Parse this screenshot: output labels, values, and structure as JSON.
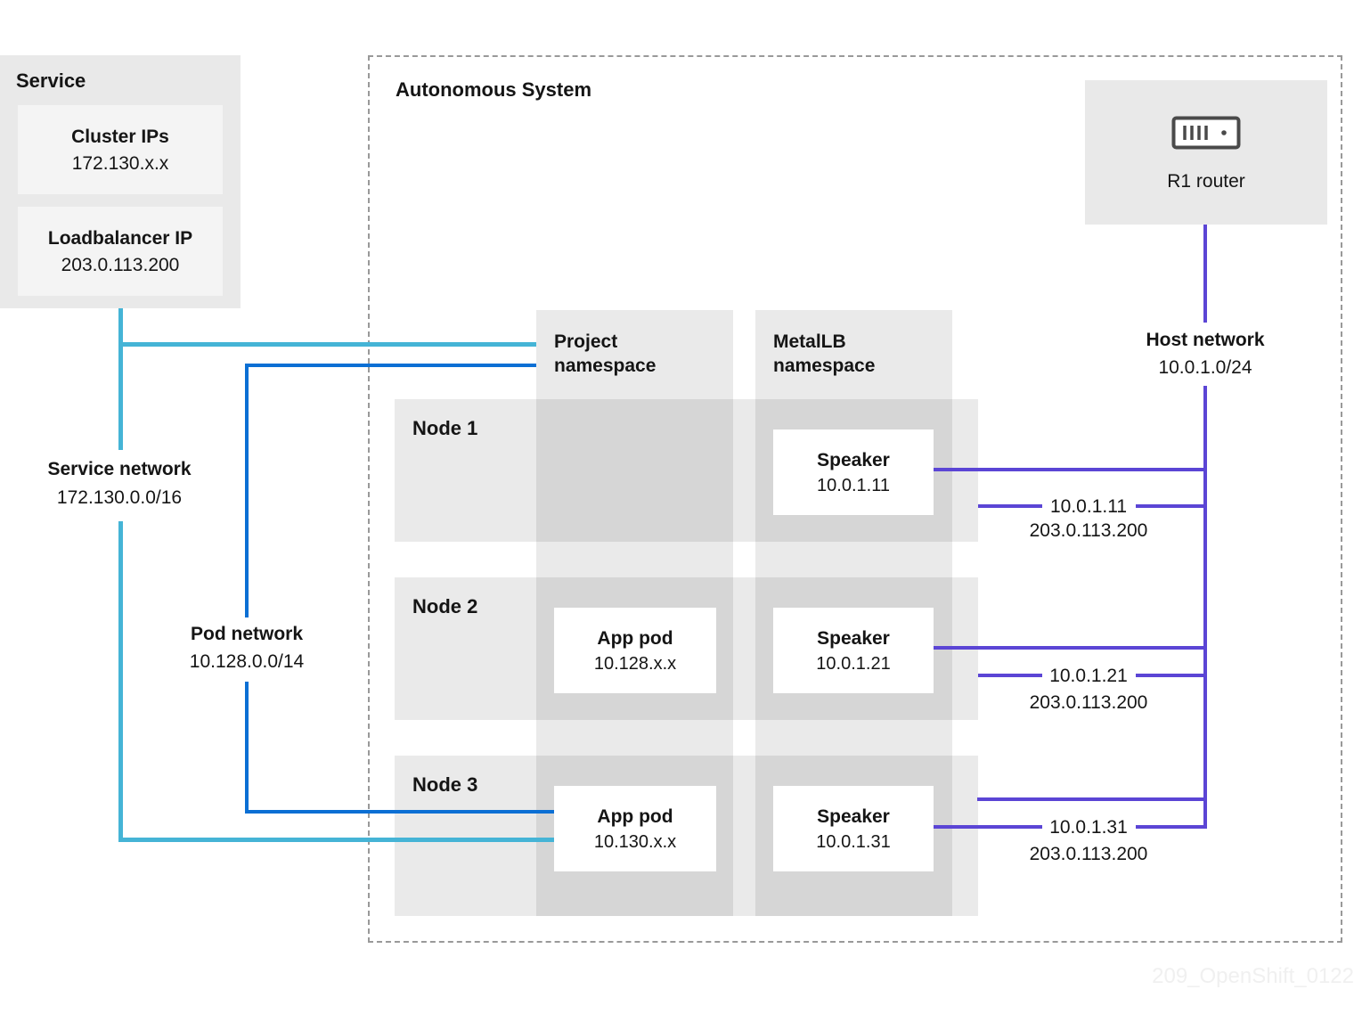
{
  "service": {
    "title": "Service",
    "items": [
      {
        "label": "Cluster IPs",
        "value": "172.130.x.x"
      },
      {
        "label": "Loadbalancer IP",
        "value": "203.0.113.200"
      }
    ]
  },
  "autonomous_system": {
    "title": "Autonomous System"
  },
  "router": {
    "label": "R1 router"
  },
  "namespaces": {
    "project": "Project namespace",
    "metallb": "MetalLB namespace"
  },
  "labels": {
    "speaker": "Speaker",
    "app_pod": "App pod"
  },
  "networks": {
    "host": {
      "label": "Host network",
      "cidr": "10.0.1.0/24"
    },
    "service": {
      "label": "Service network",
      "cidr": "172.130.0.0/16"
    },
    "pod": {
      "label": "Pod network",
      "cidr": "10.128.0.0/14"
    }
  },
  "nodes": [
    {
      "name": "Node 1",
      "speaker_ip": "10.0.1.11",
      "conn_ip": "10.0.1.11",
      "conn_lb": "203.0.113.200"
    },
    {
      "name": "Node 2",
      "app_pod_ip": "10.128.x.x",
      "speaker_ip": "10.0.1.21",
      "conn_ip": "10.0.1.21",
      "conn_lb": "203.0.113.200"
    },
    {
      "name": "Node 3",
      "app_pod_ip": "10.130.x.x",
      "speaker_ip": "10.0.1.31",
      "conn_ip": "10.0.1.31",
      "conn_lb": "203.0.113.200"
    }
  ],
  "watermark": "209_OpenShift_0122",
  "colors": {
    "service_network": "#45b4d6",
    "pod_network": "#0b6fd4",
    "host_network": "#5b45d5",
    "container_gray": "#e9e9e9",
    "text": "#151515"
  }
}
